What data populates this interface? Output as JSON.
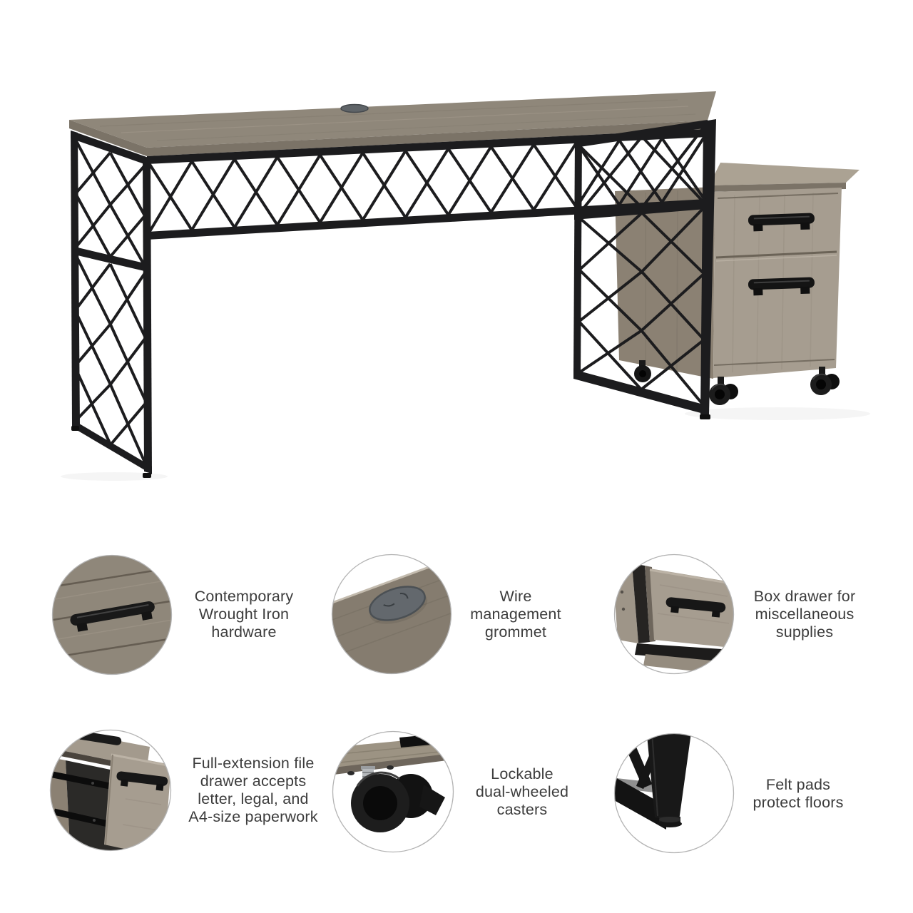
{
  "callouts": [
    {
      "id": "wrought-iron-hardware",
      "icon": "drawer-handle-photo",
      "lines": [
        "Contemporary",
        "Wrought Iron",
        "hardware"
      ]
    },
    {
      "id": "wire-grommet",
      "icon": "grommet-photo",
      "lines": [
        "Wire",
        "management",
        "grommet"
      ]
    },
    {
      "id": "box-drawer",
      "icon": "open-box-drawer-photo",
      "lines": [
        "Box drawer for",
        "miscellaneous",
        "supplies"
      ]
    },
    {
      "id": "file-drawer",
      "icon": "open-file-drawer-photo",
      "lines": [
        "Full-extension file",
        "drawer accepts",
        "letter, legal, and",
        "A4-size paperwork"
      ]
    },
    {
      "id": "casters",
      "icon": "caster-wheel-photo",
      "lines": [
        "Lockable",
        "dual-wheeled",
        "casters"
      ]
    },
    {
      "id": "felt-pads",
      "icon": "frame-foot-photo",
      "lines": [
        "Felt pads",
        "protect floors"
      ]
    }
  ],
  "colors": {
    "background": "#ffffff",
    "text": "#3c3c3c",
    "metal": "#1c1c1e",
    "wood": "#8f877a",
    "wood_light": "#aba293",
    "wood_dark": "#7b7367",
    "cabinet_wood": "#a69d90",
    "circle_border": "#b3b3b3",
    "grommet_gray": "#5f6468",
    "caster_black": "#1c1c1c"
  }
}
